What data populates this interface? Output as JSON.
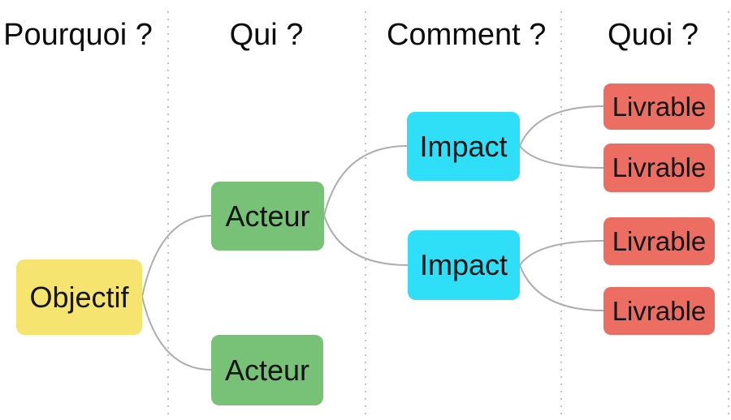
{
  "columns": [
    {
      "label": "Pourquoi ?"
    },
    {
      "label": "Qui ?"
    },
    {
      "label": "Comment ?"
    },
    {
      "label": "Quoi ?"
    }
  ],
  "nodes": {
    "objectif": {
      "label": "Objectif",
      "color": "#F6E470"
    },
    "acteur1": {
      "label": "Acteur",
      "color": "#77C277"
    },
    "acteur2": {
      "label": "Acteur",
      "color": "#77C277"
    },
    "impact1": {
      "label": "Impact",
      "color": "#2FDFF7"
    },
    "impact2": {
      "label": "Impact",
      "color": "#2FDFF7"
    },
    "livrable1": {
      "label": "Livrable",
      "color": "#EC6E63"
    },
    "livrable2": {
      "label": "Livrable",
      "color": "#EC6E63"
    },
    "livrable3": {
      "label": "Livrable",
      "color": "#EC6E63"
    },
    "livrable4": {
      "label": "Livrable",
      "color": "#EC6E63"
    }
  },
  "edges": [
    {
      "from": "objectif",
      "to": "acteur1"
    },
    {
      "from": "objectif",
      "to": "acteur2"
    },
    {
      "from": "acteur1",
      "to": "impact1"
    },
    {
      "from": "acteur1",
      "to": "impact2"
    },
    {
      "from": "impact1",
      "to": "livrable1"
    },
    {
      "from": "impact1",
      "to": "livrable2"
    },
    {
      "from": "impact2",
      "to": "livrable3"
    },
    {
      "from": "impact2",
      "to": "livrable4"
    }
  ],
  "style": {
    "connector_color": "#adadad",
    "separator_color": "#c2c2c2",
    "text_color": "#0c0c0c",
    "background_color": "#ffffff"
  }
}
